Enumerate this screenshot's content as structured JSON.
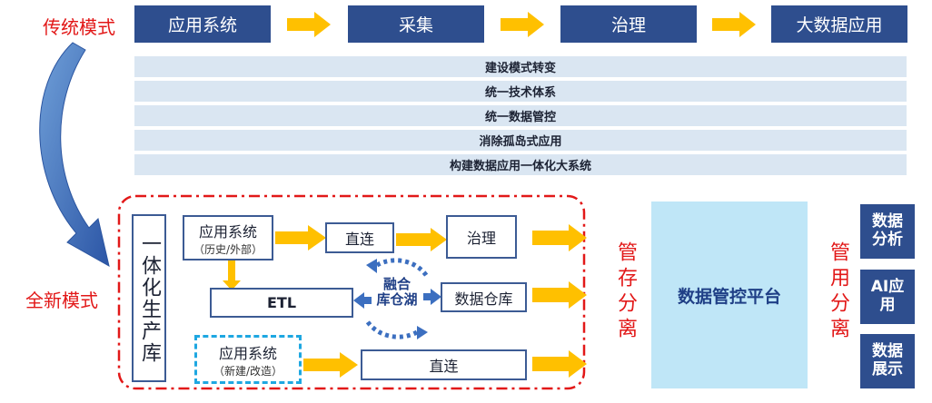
{
  "labels": {
    "traditional": "传统模式",
    "new": "全新模式"
  },
  "traditional_flow": [
    "应用系统",
    "采集",
    "治理",
    "大数据应用"
  ],
  "strips": [
    "建设模式转变",
    "统一技术体系",
    "统一数据管控",
    "消除孤岛式应用",
    "构建数据应用一体化大系统"
  ],
  "production": {
    "vertical_label": "一体化生产库",
    "app_legacy": {
      "title": "应用系统",
      "sub": "（历史/外部）"
    },
    "app_new": {
      "title": "应用系统",
      "sub": "（新建/改造）"
    },
    "direct_top": "直连",
    "govern": "治理",
    "etl": "ETL",
    "warehouse": "数据仓库",
    "direct_bottom": "直连",
    "lakehouse": "融合\n库仓湖"
  },
  "storage_separation": "管存分离",
  "platform": "数据管控平台",
  "usage_separation": "管用分离",
  "right_apps": [
    "数据分析",
    "AI应用",
    "数据展示"
  ],
  "colors": {
    "navy": "#2e4e8e",
    "arrow_yellow": "#ffc000",
    "red": "#e21818",
    "strip_blue": "#dae6f2",
    "platform_blue": "#bfe6f7",
    "dashed_cyan": "#1ea7e1"
  },
  "icons": [
    "big-blue-curved-arrow",
    "yellow-arrow",
    "dotted-cycle-arrows"
  ]
}
